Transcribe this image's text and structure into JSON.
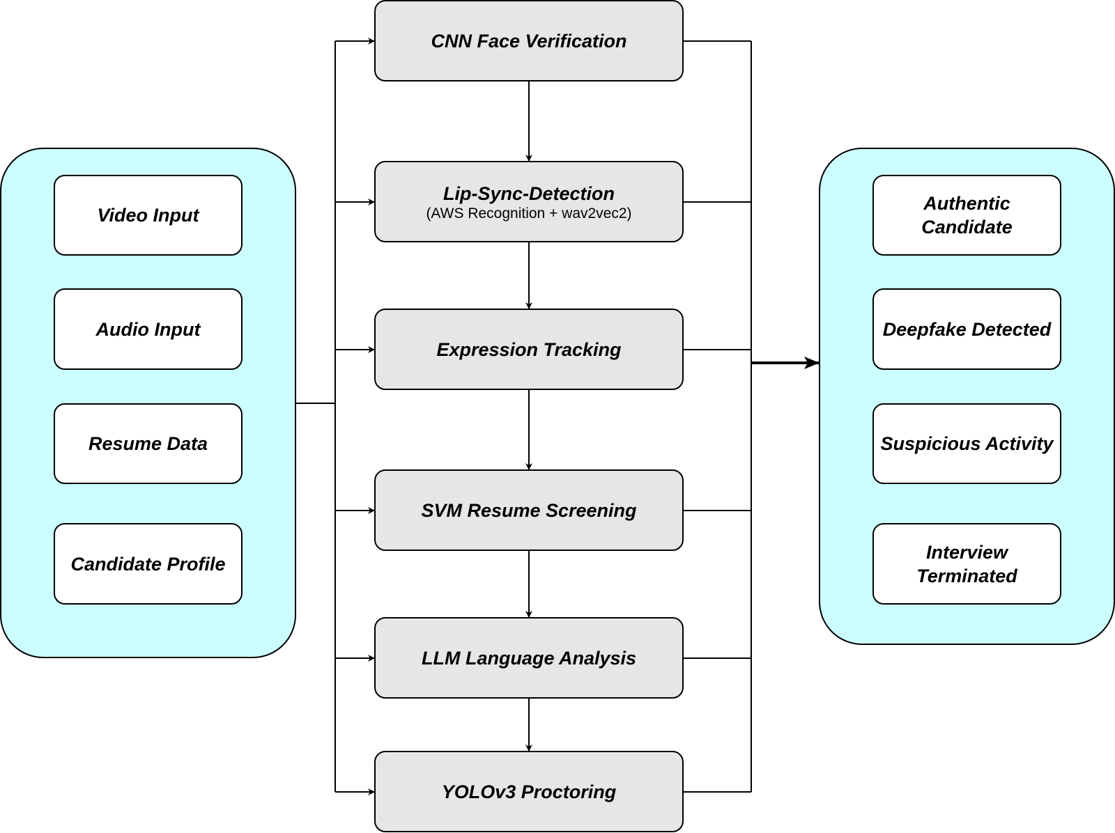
{
  "inputs": {
    "items": [
      {
        "label": "Video Input"
      },
      {
        "label": "Audio Input"
      },
      {
        "label": "Resume Data"
      },
      {
        "label": "Candidate Profile"
      }
    ]
  },
  "modules": {
    "items": [
      {
        "label": "CNN Face Verification",
        "sublabel": ""
      },
      {
        "label": "Lip-Sync-Detection",
        "sublabel": "(AWS Recognition + wav2vec2)"
      },
      {
        "label": "Expression Tracking",
        "sublabel": ""
      },
      {
        "label": "SVM Resume Screening",
        "sublabel": ""
      },
      {
        "label": "LLM Language Analysis",
        "sublabel": ""
      },
      {
        "label": "YOLOv3 Proctoring",
        "sublabel": ""
      }
    ]
  },
  "outputs": {
    "items": [
      {
        "label": "Authentic Candidate"
      },
      {
        "label": "Deepfake Detected"
      },
      {
        "label": "Suspicious Activity"
      },
      {
        "label": "Interview Terminated"
      }
    ]
  },
  "colors": {
    "panel_fill": "#ccfdff",
    "module_fill": "#e6e6e6",
    "box_fill": "#ffffff",
    "line": "#000000"
  }
}
